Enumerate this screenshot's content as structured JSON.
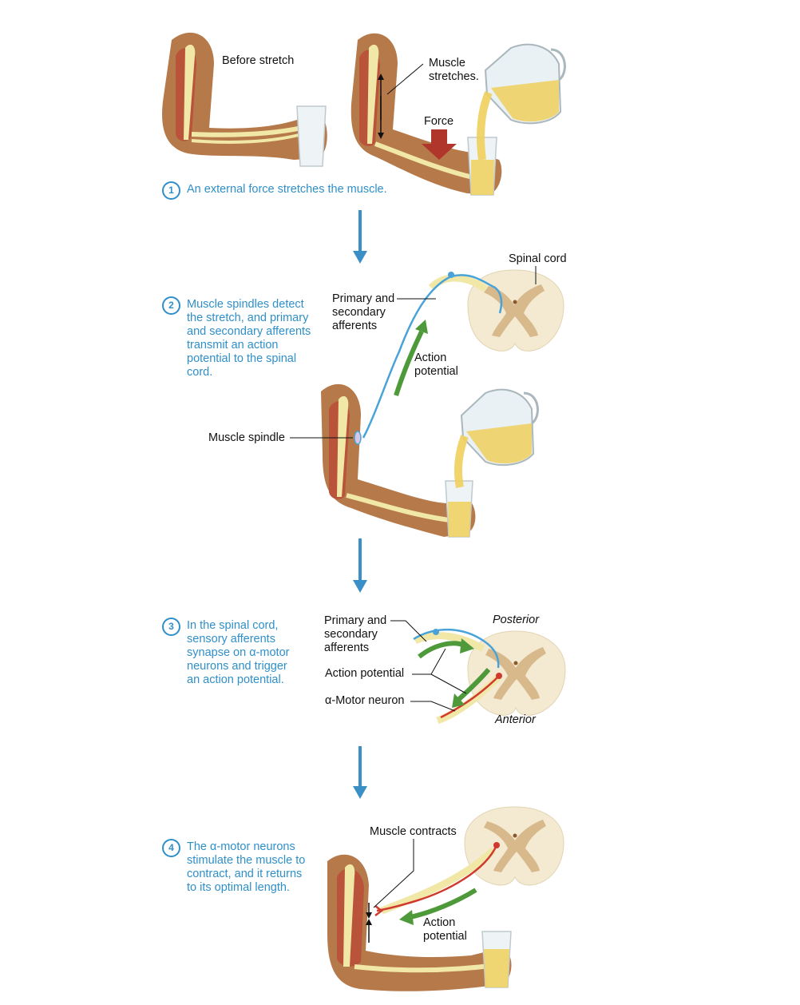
{
  "panel1": {
    "before_stretch": "Before stretch",
    "muscle_stretches": [
      "Muscle",
      "stretches."
    ],
    "force": "Force",
    "step_number": "1",
    "step_text": "An external force stretches the muscle."
  },
  "panel2": {
    "spinal_cord": "Spinal cord",
    "afferents": [
      "Primary and",
      "secondary",
      "afferents"
    ],
    "action_potential": [
      "Action",
      "potential"
    ],
    "muscle_spindle": "Muscle spindle",
    "step_number": "2",
    "step_text": [
      "Muscle spindles detect",
      "the stretch, and primary",
      "and secondary afferents",
      "transmit an action",
      "potential to the spinal",
      "cord."
    ]
  },
  "panel3": {
    "afferents": [
      "Primary and",
      "secondary",
      "afferents"
    ],
    "posterior": "Posterior",
    "action_potential": "Action potential",
    "motor_neuron": "α-Motor neuron",
    "anterior": "Anterior",
    "step_number": "3",
    "step_text": [
      "In the spinal cord,",
      "sensory afferents",
      "synapse on α-motor",
      "neurons and trigger",
      "an action potential."
    ]
  },
  "panel4": {
    "muscle_contracts": "Muscle contracts",
    "action_potential": [
      "Action",
      "potential"
    ],
    "step_number": "4",
    "step_text": [
      "The α-motor neurons",
      "stimulate the muscle to",
      "contract, and it returns",
      "to its optimal length."
    ]
  },
  "colors": {
    "step_blue": "#2f8fc9",
    "flow_arrow": "#3a8fc7",
    "afferent": "#4aa3d8",
    "motor": "#d03a2e",
    "action_green": "#4e9a3a",
    "force_arrow": "#b0362b",
    "skin": "#b5794a",
    "muscle": "#b9533a",
    "bone": "#f1e7a7",
    "cord_white": "#f4ead2",
    "cord_gray": "#d7b98c",
    "juice": "#f0cf5c"
  }
}
